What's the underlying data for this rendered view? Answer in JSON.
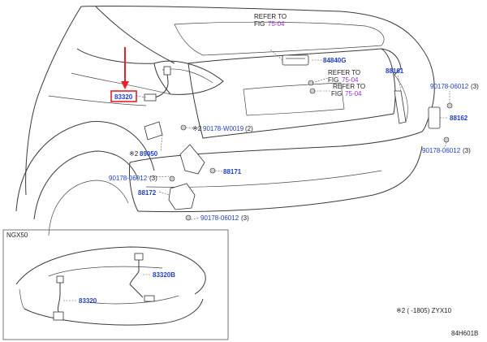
{
  "labels": {
    "ref_top_line1": "REFER TO",
    "ref_top_line2": "FIG",
    "ref_top_fig": "75-04",
    "ref_mid1_line1": "REFER TO",
    "ref_mid1_line2": "FIG",
    "ref_mid1_fig": "75-04",
    "ref_mid2_line1": "REFER TO",
    "ref_mid2_line2": "FIG",
    "ref_mid2_fig": "75-04",
    "p_84840g": "84840G",
    "p_88161": "88161",
    "p_90178_06012_top": "90178-06012",
    "p_90178_06012_top_qty": "(3)",
    "p_88162": "88162",
    "p_90178_06012_right": "90178-06012",
    "p_90178_06012_right_qty": "(3)",
    "p_83320": "83320",
    "note_x2_a": "※2",
    "p_90178_w0019": "90178-W0019",
    "p_90178_w0019_qty": "(2)",
    "note_x2_b": "※2",
    "p_89050": "89050",
    "p_90178_06012_left": "90178-06012",
    "p_90178_06012_left_qty": "(3)",
    "p_88171": "88171",
    "p_88172": "88172",
    "p_90178_06012_bottom": "90178-06012",
    "p_90178_06012_bottom_qty": "(3)",
    "inset_title": "NGX50",
    "p_83320b": "83320B",
    "p_83320_inset": "83320",
    "footnote": "※2 (      -1805) ZYX10",
    "fig_code": "84H601B"
  },
  "colors": {
    "part_number": "#1f3fc4",
    "figure_reference": "#9b30c8",
    "highlight_box": "#e8202a",
    "line_art": "#3a3a3a"
  }
}
